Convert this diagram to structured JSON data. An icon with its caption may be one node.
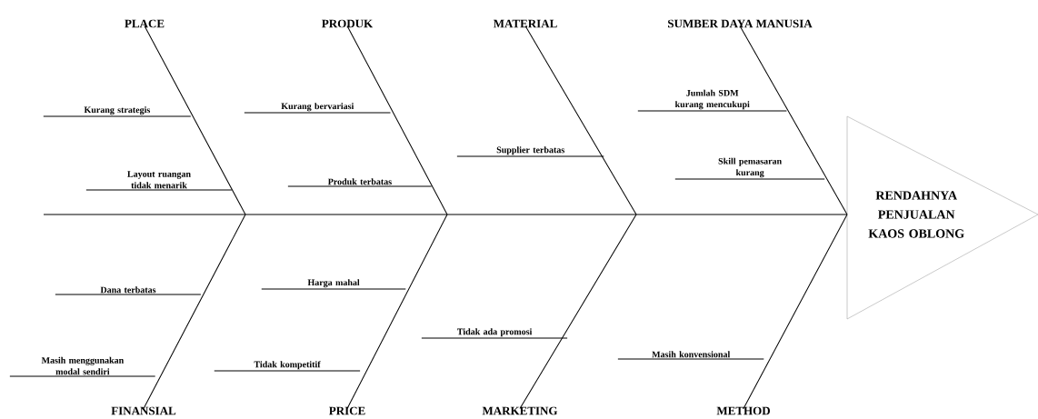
{
  "diagram": {
    "nodes": [
      {
        "text": [
          "RENDAHNYA PENJUALAN KAOS OBLONG"
        ]
      },
      {
        "text": [
          "PLACE"
        ]
      },
      {
        "text": [
          "PRODUK"
        ]
      },
      {
        "text": [
          "MATERIAL"
        ]
      },
      {
        "text": [
          "SUMBER DAYA MANUSIA"
        ]
      },
      {
        "text": [
          "FINANSIAL"
        ]
      },
      {
        "text": [
          "PRICE"
        ]
      },
      {
        "text": [
          "MARKETING"
        ]
      },
      {
        "text": [
          "METHOD"
        ]
      },
      {
        "text": [
          "Kurang strategis"
        ]
      },
      {
        "text": [
          "Layout ruangan tidak menarik"
        ]
      },
      {
        "text": [
          "Kurang bervariasi"
        ]
      },
      {
        "text": [
          "Produk terbatas"
        ]
      },
      {
        "text": [
          "Supplier terbatas"
        ]
      },
      {
        "text": [
          "Jumlah SDM kurang mencukupi"
        ]
      },
      {
        "text": [
          "Skill pemasaran kurang"
        ]
      },
      {
        "text": [
          "Dana terbatas"
        ]
      },
      {
        "text": [
          "Masih menggunakan modal sendiri"
        ]
      },
      {
        "text": [
          "Harga mahal"
        ]
      },
      {
        "text": [
          "Tidak kompetitif"
        ]
      },
      {
        "text": [
          "Tidak ada promosi"
        ]
      },
      {
        "text": [
          "Masih konvensional"
        ]
      }
    ],
    "edges": [
      {
        "from": null,
        "to": 0,
        "arrow": "none"
      },
      {
        "from": 1,
        "to": null,
        "arrow": "none"
      },
      {
        "from": 2,
        "to": null,
        "arrow": "none"
      },
      {
        "from": 3,
        "to": null,
        "arrow": "none"
      },
      {
        "from": 4,
        "to": 0,
        "arrow": "none"
      },
      {
        "from": 5,
        "to": null,
        "arrow": "none"
      },
      {
        "from": 6,
        "to": null,
        "arrow": "none"
      },
      {
        "from": 7,
        "to": null,
        "arrow": "none"
      },
      {
        "from": 8,
        "to": 0,
        "arrow": "none"
      },
      {
        "from": 9,
        "to": null,
        "arrow": "none"
      },
      {
        "from": 10,
        "to": null,
        "arrow": "none"
      },
      {
        "from": 11,
        "to": null,
        "arrow": "none"
      },
      {
        "from": 12,
        "to": null,
        "arrow": "none"
      },
      {
        "from": 13,
        "to": null,
        "arrow": "none"
      },
      {
        "from": 14,
        "to": null,
        "arrow": "none"
      },
      {
        "from": 15,
        "to": null,
        "arrow": "none"
      },
      {
        "from": 16,
        "to": null,
        "arrow": "none"
      },
      {
        "from": 17,
        "to": null,
        "arrow": "none"
      },
      {
        "from": 18,
        "to": null,
        "arrow": "none"
      },
      {
        "from": 19,
        "to": null,
        "arrow": "none"
      },
      {
        "from": 20,
        "to": null,
        "arrow": "none"
      },
      {
        "from": 21,
        "to": null,
        "arrow": "none"
      }
    ]
  }
}
